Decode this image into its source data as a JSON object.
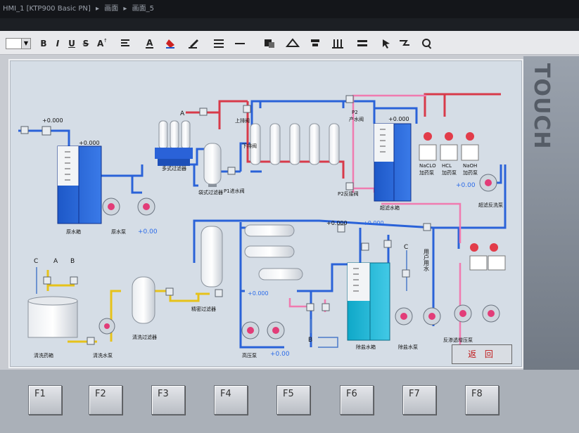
{
  "titlebar": {
    "device": "HMI_1 [KTP900 Basic PN]",
    "sep1": "▸",
    "crumb1": "画面",
    "sep2": "▸",
    "crumb2": "画面_5"
  },
  "toolbar": {
    "bold": "B",
    "italic": "I",
    "underline": "U",
    "strike": "S"
  },
  "side_label": "TOUCH",
  "fkeys": [
    "F1",
    "F2",
    "F3",
    "F4",
    "F5",
    "F6",
    "F7",
    "F8"
  ],
  "return_label": "返 回",
  "values": {
    "v1": "+0.000",
    "v2": "+0.000",
    "v3": "+0.000",
    "v4": "+0.00",
    "v5": "+0.00",
    "v6": "+0.000",
    "v7": "+0.000",
    "v8": "+0.000",
    "v9": "+0.00"
  },
  "letters": {
    "a1": "A",
    "c1": "C",
    "a2": "A",
    "b1": "B",
    "c2": "C",
    "b2": "B"
  },
  "labels": {
    "raw_tank": "原水箱",
    "raw_pump": "原水泵",
    "multi_filter": "多式过滤器",
    "bag_filter": "袋式过滤器",
    "p1": "P1进水阀",
    "drain": "上排阀",
    "lower": "下排阀",
    "p2": "P2",
    "p2b": "产水阀",
    "p2c": "P2反接阀",
    "prod_tank": "超滤水箱",
    "naclo": "NaCLO",
    "naclo2": "加药泵",
    "hcl": "HCL",
    "hcl2": "加药泵",
    "naoh": "NaOH",
    "naoh2": "加药泵",
    "backwash": "超滤反洗泵",
    "wash_tank": "清洗药箱",
    "wash_pump": "清洗水泵",
    "wash_filter": "清洗过滤器",
    "precise_filter": "精密过滤器",
    "hp_pump": "高压泵",
    "demin_tank": "除盐水箱",
    "demin_pump": "除盐水泵",
    "user": "用户用水",
    "ro_pump": "反渗透增压泵"
  }
}
